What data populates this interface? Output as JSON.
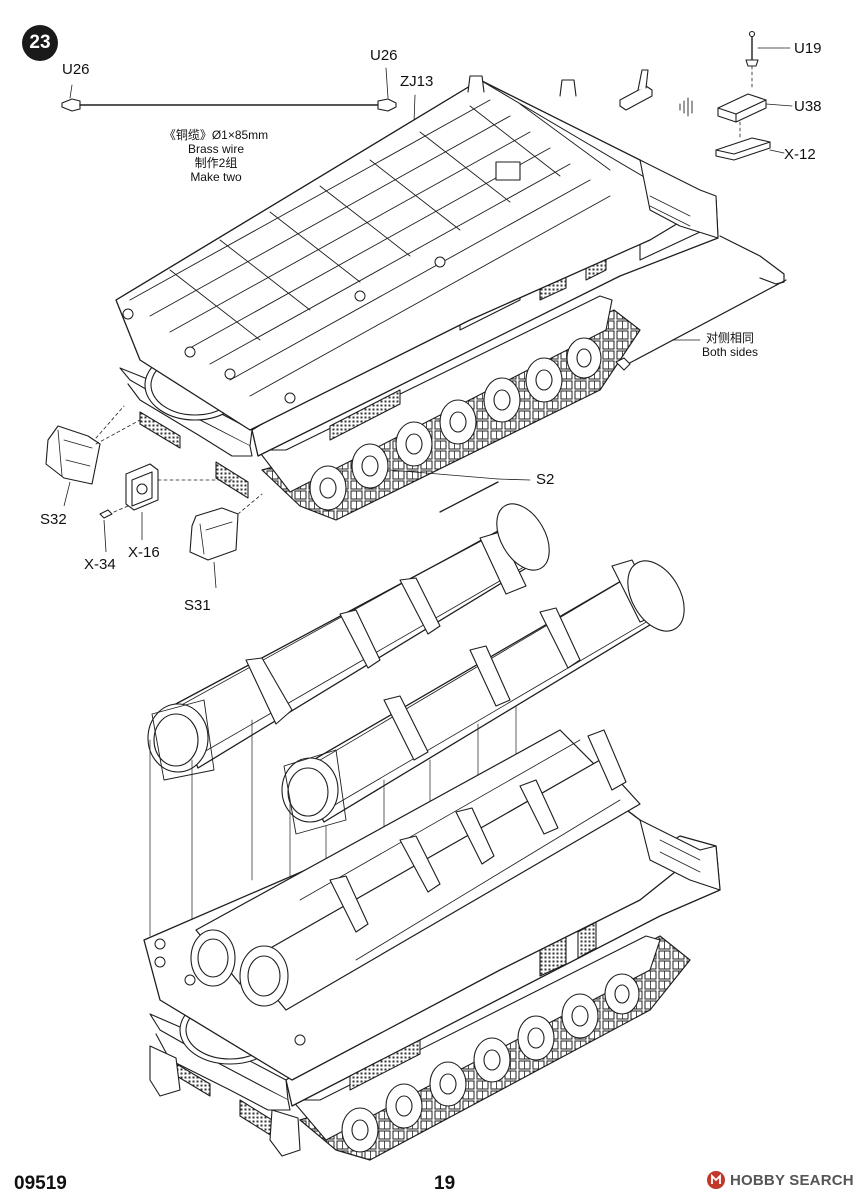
{
  "step": {
    "number": "23"
  },
  "parts": {
    "u26_left": "U26",
    "u26_right": "U26",
    "zj13": "ZJ13",
    "u19": "U19",
    "u38": "U38",
    "x12": "X-12",
    "s2": "S2",
    "s32": "S32",
    "x34": "X-34",
    "x16": "X-16",
    "s31": "S31"
  },
  "notes": {
    "brass_wire": {
      "line1": "《铜缆》Ø1×85mm",
      "line2": "Brass wire",
      "line3": "制作2组",
      "line4": "Make two"
    },
    "both_sides": {
      "line1": "对侧相同",
      "line2": "Both sides"
    }
  },
  "footer": {
    "kit_code": "09519",
    "page_number": "19",
    "watermark": "HOBBY SEARCH",
    "watermark_logo": "hobbysearch-logo-icon"
  }
}
